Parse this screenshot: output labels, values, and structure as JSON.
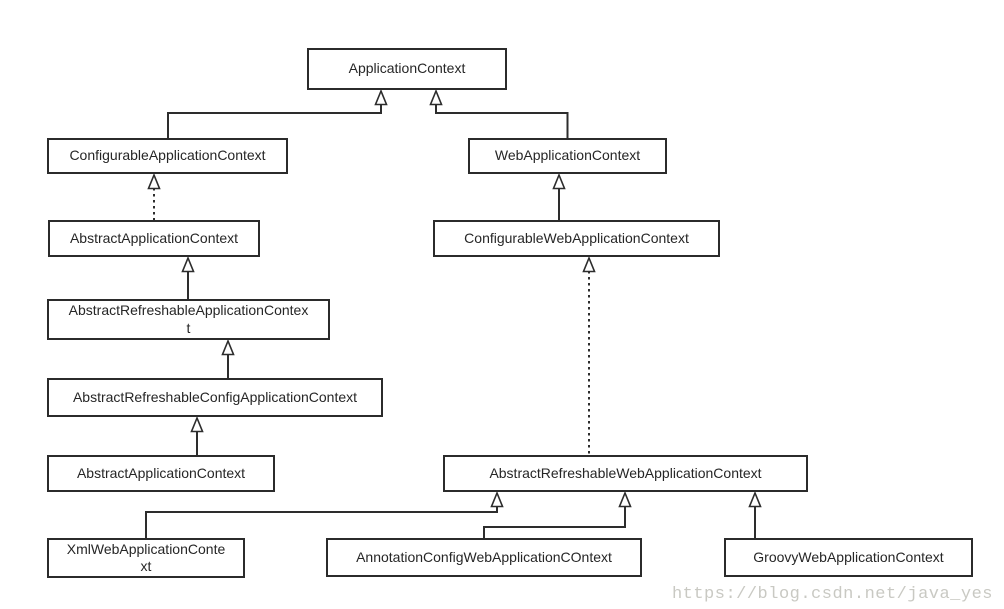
{
  "diagram_type": "uml-class-inheritance",
  "colors": {
    "background": "#ffffff",
    "box_border": "#2b2b2b",
    "line": "#2d2d2d",
    "text": "#262626",
    "watermark": "#c9c9c3"
  },
  "nodes": {
    "applicationContext": {
      "label": "ApplicationContext"
    },
    "configurableApplicationContext": {
      "label": "ConfigurableApplicationContext"
    },
    "webApplicationContext": {
      "label": "WebApplicationContext"
    },
    "abstractApplicationContext": {
      "label": "AbstractApplicationContext"
    },
    "configurableWebApplicationContext": {
      "label": "ConfigurableWebApplicationContext"
    },
    "abstractRefreshableApplicationContext": {
      "label": "AbstractRefreshableApplicationContex\nt"
    },
    "abstractRefreshableConfigApplicationContext": {
      "label": "AbstractRefreshableConfigApplicationContext"
    },
    "abstractApplicationContext2": {
      "label": "AbstractApplicationContext"
    },
    "abstractRefreshableWebApplicationContext": {
      "label": "AbstractRefreshableWebApplicationContext"
    },
    "xmlWebApplicationContext": {
      "label": "XmlWebApplicationConte\nxt"
    },
    "annotationConfigWebApplicationContext": {
      "label": "AnnotationConfigWebApplicationCOntext"
    },
    "groovyWebApplicationContext": {
      "label": "GroovyWebApplicationContext"
    }
  },
  "edges": [
    {
      "from": "ConfigurableApplicationContext",
      "to": "ApplicationContext",
      "style": "solid"
    },
    {
      "from": "WebApplicationContext",
      "to": "ApplicationContext",
      "style": "solid"
    },
    {
      "from": "AbstractApplicationContext",
      "to": "ConfigurableApplicationContext",
      "style": "dotted"
    },
    {
      "from": "ConfigurableWebApplicationContext",
      "to": "WebApplicationContext",
      "style": "solid"
    },
    {
      "from": "AbstractRefreshableApplicationContext",
      "to": "AbstractApplicationContext",
      "style": "solid"
    },
    {
      "from": "AbstractRefreshableConfigApplicationContext",
      "to": "AbstractRefreshableApplicationContext",
      "style": "solid"
    },
    {
      "from": "AbstractApplicationContext (2)",
      "to": "AbstractRefreshableConfigApplicationContext",
      "style": "solid"
    },
    {
      "from": "AbstractRefreshableWebApplicationContext",
      "to": "ConfigurableWebApplicationContext",
      "style": "dotted"
    },
    {
      "from": "XmlWebApplicationContext",
      "to": "AbstractRefreshableWebApplicationContext",
      "style": "solid"
    },
    {
      "from": "AnnotationConfigWebApplicationCOntext",
      "to": "AbstractRefreshableWebApplicationContext",
      "style": "solid"
    },
    {
      "from": "GroovyWebApplicationContext",
      "to": "AbstractRefreshableWebApplicationContext",
      "style": "solid"
    }
  ],
  "watermark": "https://blog.csdn.net/java_yes"
}
